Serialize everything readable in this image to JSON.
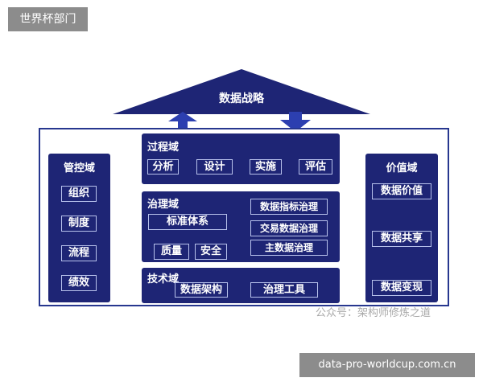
{
  "badge_top": "世界杯部门",
  "footer_url": "data-pro-worldcup.com.cn",
  "watermark": "公众号：架构师修炼之道",
  "strategy": "数据战略",
  "left_pillar": {
    "title": "管控域",
    "items": [
      "组织",
      "制度",
      "流程",
      "绩效"
    ]
  },
  "process_domain": {
    "title": "过程域",
    "steps": [
      "分析",
      "设计",
      "实施",
      "评估"
    ]
  },
  "governance_domain": {
    "title": "治理域",
    "standard": "标准体系",
    "quality": "质量",
    "security": "安全",
    "targets": [
      "数据指标治理",
      "交易数据治理",
      "主数据治理"
    ]
  },
  "tech_domain": {
    "title": "技术域",
    "arch": "数据架构",
    "tools": "治理工具"
  },
  "value_domain": {
    "title": "价值域",
    "items": [
      "数据价值",
      "数据共享",
      "数据变现"
    ]
  },
  "colors": {
    "navy": "#1e2575",
    "border_blue": "#27378f",
    "arrow_blue": "#2c3fb0",
    "gray": "#8c8c8c"
  }
}
